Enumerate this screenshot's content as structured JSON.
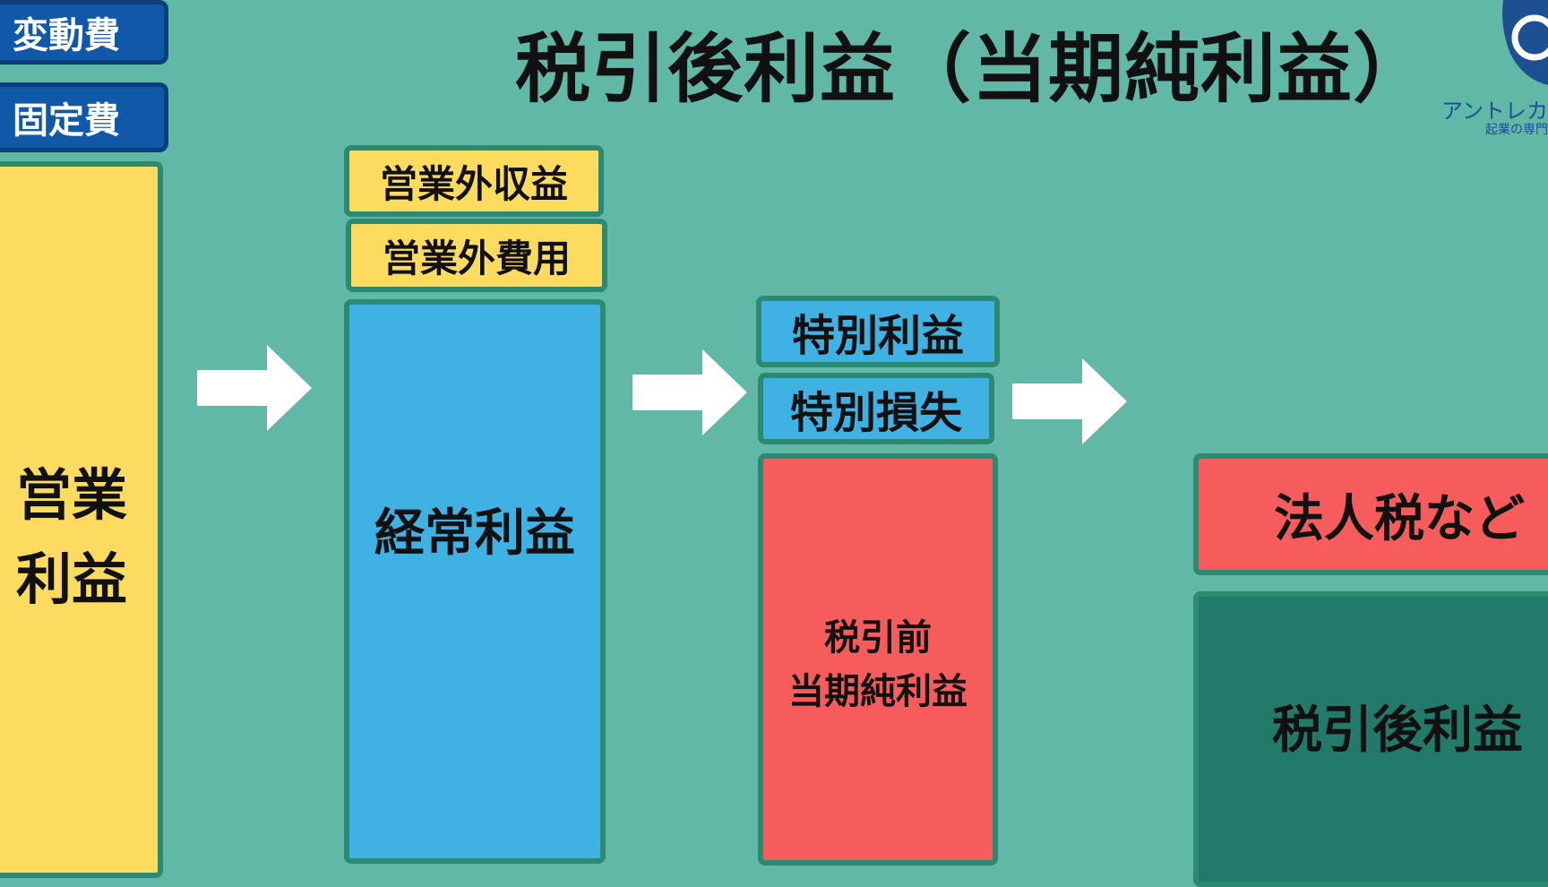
{
  "title": "税引後利益（当期純利益）",
  "tags": {
    "variable_cost": "変動費",
    "fixed_cost": "固定費"
  },
  "blocks": {
    "operating_profit_line1": "営業",
    "operating_profit_line2": "利益",
    "non_operating_income": "営業外収益",
    "non_operating_expense": "営業外費用",
    "ordinary_profit": "経常利益",
    "extraordinary_gain": "特別利益",
    "extraordinary_loss": "特別損失",
    "pretax_line1": "税引前",
    "pretax_line2": "当期純利益",
    "corporate_tax": "法人税など",
    "after_tax_profit": "税引後利益"
  },
  "logo": {
    "name": "アントレカ",
    "subtitle": "起業の専門"
  },
  "colors": {
    "background": "#62b8a6",
    "yellow": "#fddb5e",
    "blue": "#3fb1e3",
    "red": "#f75c5c",
    "dark_green": "#227a6a",
    "navy": "#1159a8",
    "arrow": "#ffffff"
  }
}
